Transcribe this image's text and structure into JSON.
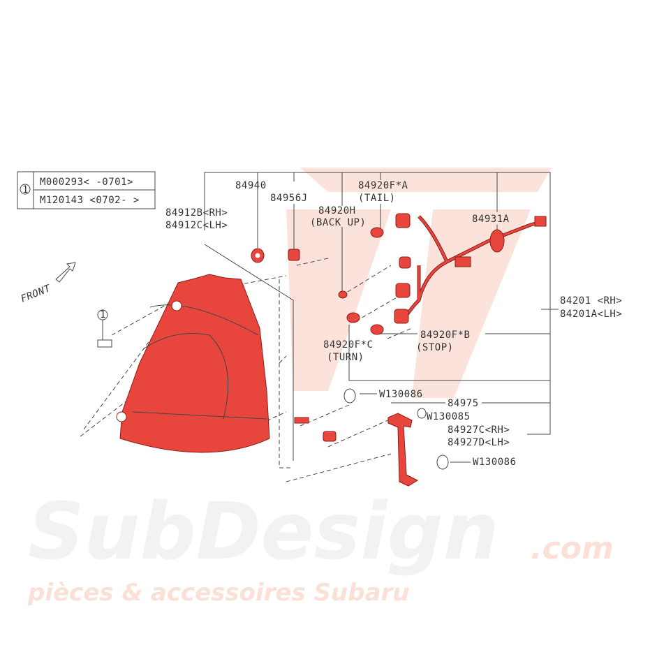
{
  "watermark": {
    "brand": "SubDesign",
    "domain": ".com",
    "tagline": "pièces & accessoires Subaru"
  },
  "ref_table": {
    "marker": "1",
    "rows": [
      "M000293< -0701>",
      "M120143 <0702- >"
    ]
  },
  "front_label": "FRONT",
  "bolt_marker": "1",
  "labels": {
    "p84940": "84940",
    "p84956J": "84956J",
    "p84912B": "84912B<RH>",
    "p84912C": "84912C<LH>",
    "p84920FA": "84920F*A",
    "tail": "(TAIL)",
    "p84920H": "84920H",
    "backup": "(BACK UP)",
    "p84931A": "84931A",
    "p84201": "84201 <RH>",
    "p84201A": "84201A<LH>",
    "p84920FB": "84920F*B",
    "stop": "(STOP)",
    "p84920FC": "84920F*C",
    "turn": "(TURN)",
    "w130086a": "W130086",
    "p84975": "84975",
    "w130085": "W130085",
    "p84927C": "84927C<RH>",
    "p84927D": "84927D<LH>",
    "w130086b": "W130086"
  },
  "colors": {
    "part": "#e8463c",
    "outline": "#8a1d18",
    "watermark": "#f5d5cc"
  }
}
